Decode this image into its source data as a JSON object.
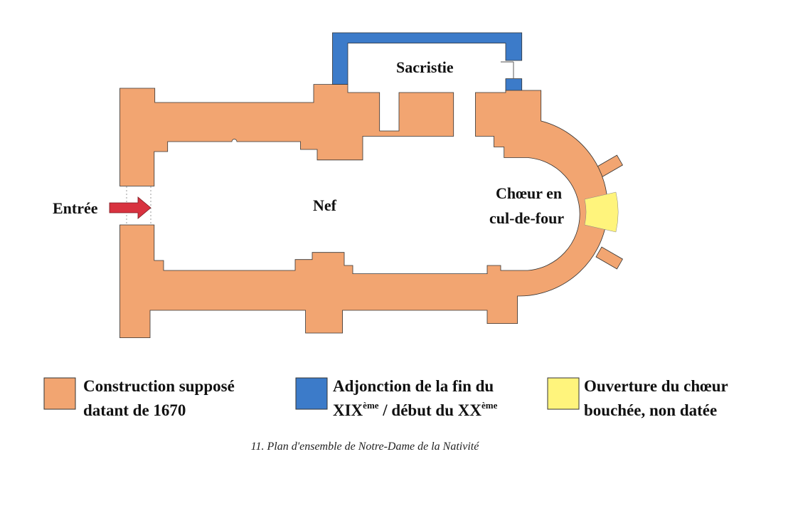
{
  "plan": {
    "labels": {
      "sacristy": "Sacristie",
      "nave": "Nef",
      "choir_line1": "Chœur en",
      "choir_line2": "cul-de-four",
      "entrance": "Entrée"
    },
    "colors": {
      "construction_1670": "#F2A571",
      "addition_19_20": "#3C7BC9",
      "choir_opening": "#FFF47C",
      "entrance_arrow": "#D8323F"
    }
  },
  "legend": {
    "items": [
      {
        "line1": "Construction supposé",
        "line2": "datant de 1670"
      },
      {
        "line1": "Adjonction de la fin du",
        "line2_a": "XIX",
        "line2_sup1": "ème",
        "line2_b": " / début du XX",
        "line2_sup2": "ème"
      },
      {
        "line1": "Ouverture du chœur",
        "line2": "bouchée, non datée"
      }
    ]
  },
  "caption": "11. Plan d'ensemble de Notre-Dame de la Nativité"
}
